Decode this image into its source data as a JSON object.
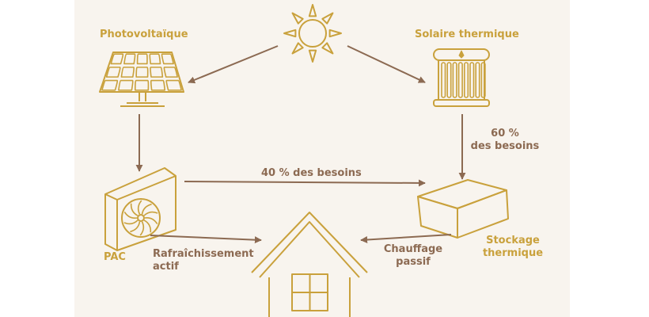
{
  "labels": {
    "photovoltaique": "Photovoltaïque",
    "solaire_thermique": "Solaire thermique",
    "pac": "PAC",
    "stockage_line1": "Stockage",
    "stockage_line2": "thermique",
    "besoins_40": "40 % des besoins",
    "besoins_60_line1": "60 %",
    "besoins_60_line2": "des besoins",
    "rafraichissement_line1": "Rafraîchissement",
    "rafraichissement_line2": "actif",
    "chauffage_line1": "Chauffage",
    "chauffage_line2": "passif"
  },
  "colors": {
    "panel_background": "#F8F4EE",
    "icon_gold": "#C9A13C",
    "arrow_brown": "#8C6A52"
  },
  "icons": [
    "sun-icon",
    "solar-panel-icon",
    "thermal-collector-icon",
    "heat-pump-icon",
    "storage-tank-icon",
    "house-icon"
  ]
}
